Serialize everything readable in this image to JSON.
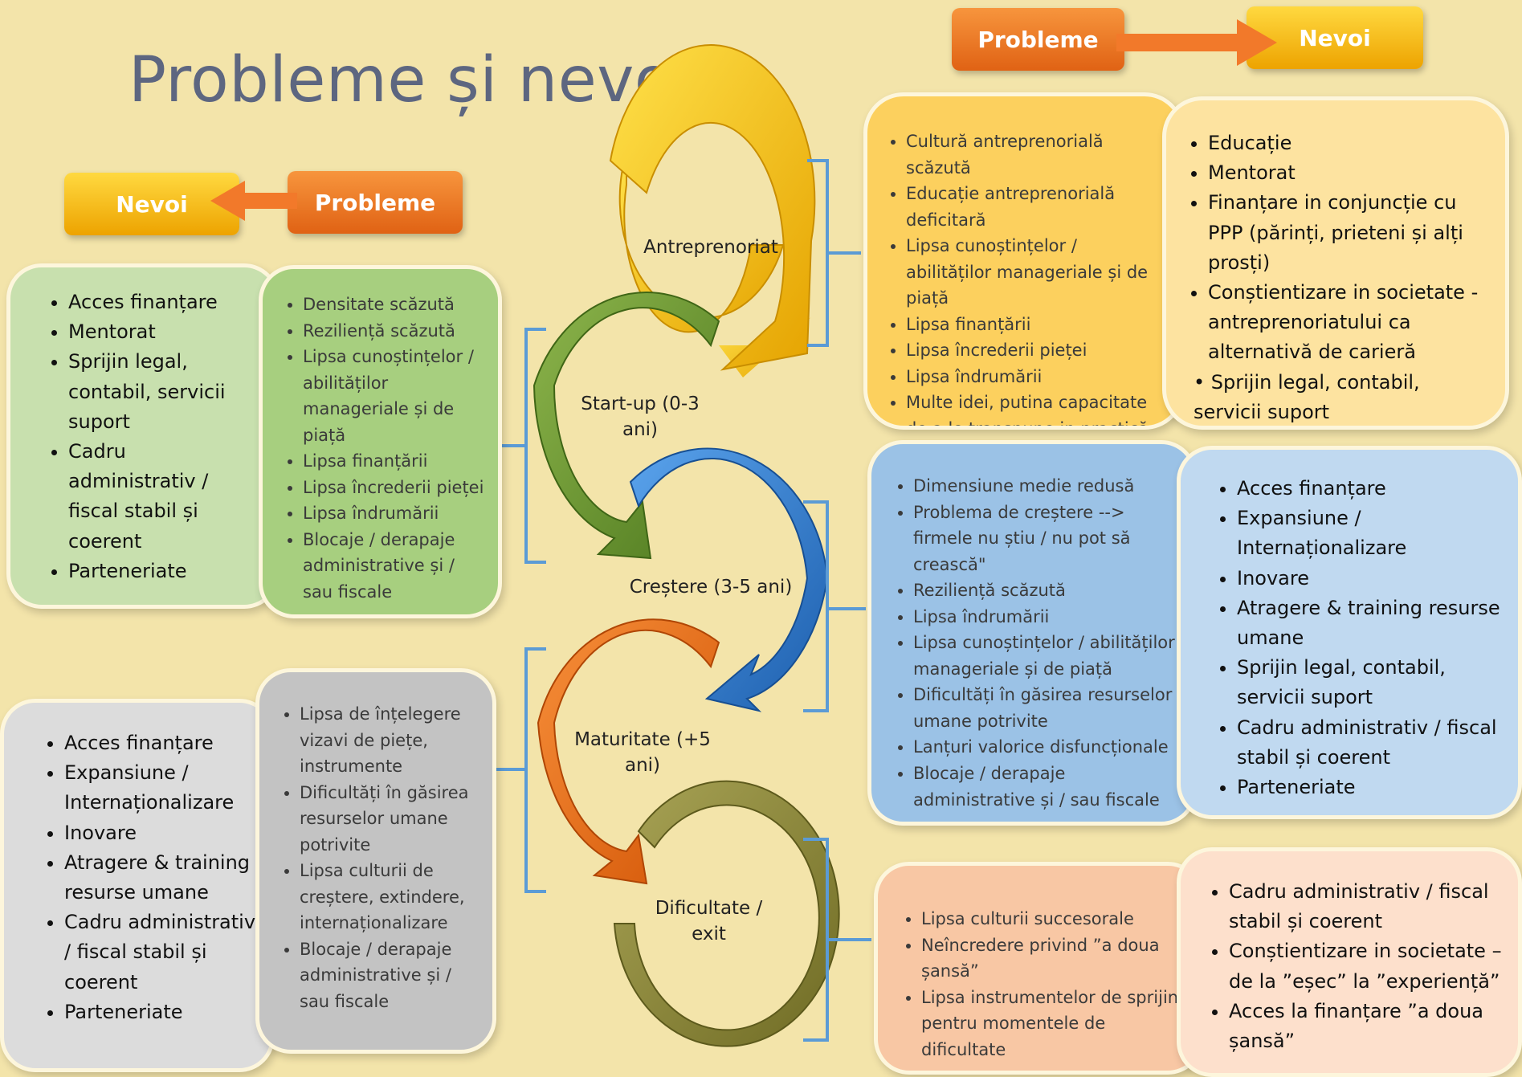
{
  "title": "Probleme și nevoi",
  "legend_top_right": {
    "problems": "Probleme",
    "needs": "Nevoi"
  },
  "legend_left": {
    "needs": "Nevoi",
    "problems": "Probleme"
  },
  "stages": {
    "antreprenoriat": "Antreprenoriat",
    "startup": "Start-up (0-3 ani)",
    "crestere": "Creștere (3-5 ani)",
    "maturitate": "Maturitate (+5 ani)",
    "dificultate": "Dificultate / exit"
  },
  "antreprenoriat_problems": [
    "Cultură antreprenorială scăzută",
    "Educație antreprenorială deficitară",
    "Lipsa cunoștințelor / abilităților manageriale și de piață",
    "Lipsa finanțării",
    "Lipsa încrederii pieței",
    "Lipsa îndrumării",
    "Multe idei, putina capacitate de a le transpune in practică"
  ],
  "antreprenoriat_needs": [
    "Educație",
    "Mentorat",
    "Finanțare in conjuncție cu PPP (părinți, prieteni și alți prosți)",
    "Conștientizare in societate - antreprenoriatului ca alternativă de carieră"
  ],
  "antreprenoriat_needs_extra": "• Sprijin legal, contabil, servicii suport",
  "startup_needs": [
    "Acces finanțare",
    "Mentorat",
    "Sprijin legal, contabil, servicii suport",
    "Cadru administrativ / fiscal stabil și coerent",
    "Parteneriate"
  ],
  "startup_problems": [
    "Densitate scăzută",
    "Reziliență scăzută",
    "Lipsa cunoștințelor / abilităților manageriale și de piață",
    "Lipsa finanțării",
    "Lipsa încrederii pieței",
    "Lipsa îndrumării",
    "Blocaje / derapaje administrative și / sau fiscale"
  ],
  "crestere_problems": [
    "Dimensiune medie redusă",
    "Problema de creștere --> firmele nu știu / nu pot să crească\"",
    "Reziliență scăzută",
    "Lipsa îndrumării",
    "Lipsa cunoștințelor / abilităților manageriale și de piață",
    "Dificultăți în găsirea resurselor umane potrivite",
    "Lanțuri valorice disfuncționale",
    "Blocaje / derapaje administrative și / sau fiscale"
  ],
  "crestere_needs": [
    "Acces finanțare",
    "Expansiune / Internaționalizare",
    "Inovare",
    "Atragere & training resurse umane",
    "Sprijin legal, contabil, servicii suport",
    "Cadru administrativ / fiscal stabil și coerent",
    "Parteneriate"
  ],
  "maturitate_needs": [
    "Acces finanțare",
    "Expansiune / Internaționalizare",
    "Inovare",
    "Atragere & training resurse umane",
    "Cadru administrativ / fiscal stabil și coerent",
    "Parteneriate"
  ],
  "maturitate_problems": [
    "Lipsa de înțelegere vizavi de piețe, instrumente",
    "Dificultăți în găsirea resurselor umane potrivite",
    "Lipsa culturii de creștere, extindere, internaționalizare",
    "Blocaje / derapaje administrative și / sau fiscale"
  ],
  "dificultate_problems": [
    "Lipsa culturii succesorale",
    "Neîncredere privind ”a doua șansă”",
    "Lipsa instrumentelor de sprijin pentru momentele de dificultate"
  ],
  "dificultate_needs": [
    "Cadru administrativ / fiscal stabil și coerent",
    "Conștientizare in societate – de la ”eșec” la ”experiență”",
    "Acces la finanțare ”a doua șansă”"
  ],
  "colors": {
    "background": "#f3e4aa",
    "title": "#5d6680",
    "bracket": "#5b9bd5",
    "arrow_yellow": "#f4c20d",
    "arrow_green": "#6f9a35",
    "arrow_blue": "#2f78c8",
    "arrow_orange": "#ed6b12",
    "arrow_olive": "#8f8a3c"
  }
}
